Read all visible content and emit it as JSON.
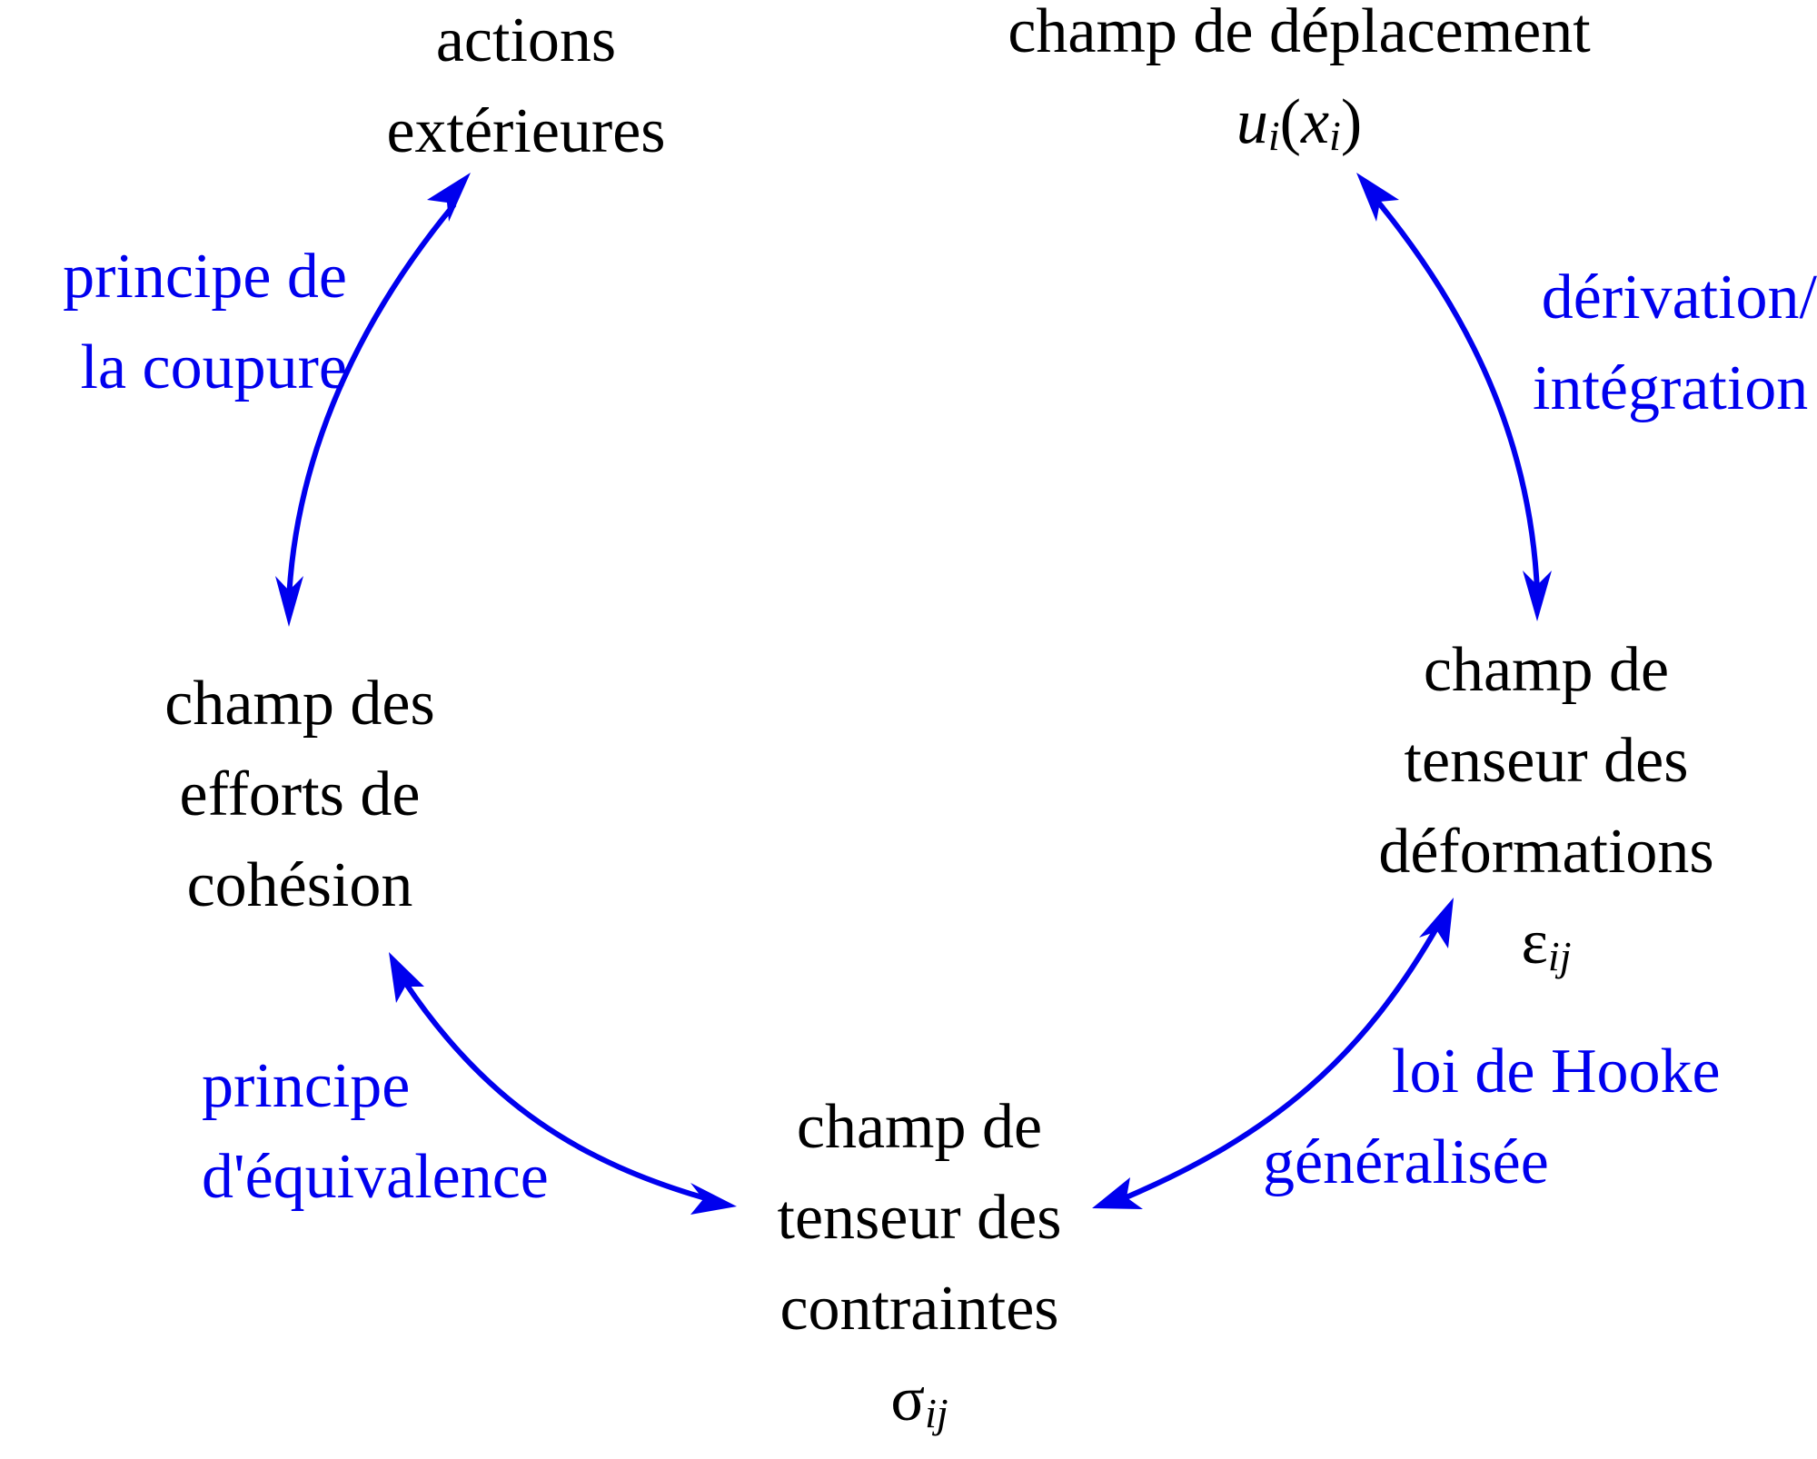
{
  "colors": {
    "node_text": "#000000",
    "relation_text": "#0000ee",
    "arrow": "#0000ee"
  },
  "nodes": {
    "actions": {
      "lines": [
        "actions",
        "extérieures"
      ]
    },
    "displacement": {
      "lines": [
        "champ de déplacement"
      ],
      "symbol": {
        "main": "u",
        "sub": "i",
        "open": "(",
        "arg": "x",
        "arg_sub": "i",
        "close": ")"
      }
    },
    "cohesion": {
      "lines": [
        "champ des",
        "efforts de",
        "cohésion"
      ]
    },
    "strain": {
      "lines": [
        "champ de",
        "tenseur des",
        "déformations"
      ],
      "symbol": {
        "main": "ε",
        "sub": "ij"
      }
    },
    "stress": {
      "lines": [
        "champ de",
        "tenseur des",
        "contraintes"
      ],
      "symbol": {
        "main": "σ",
        "sub": "ij"
      }
    }
  },
  "relations": {
    "cut_principle": {
      "lines": [
        "principe de",
        "la coupure"
      ]
    },
    "derivation": {
      "lines": [
        "dérivation/",
        "intégration"
      ]
    },
    "equivalence": {
      "lines": [
        "principe",
        "d'équivalence"
      ]
    },
    "hooke": {
      "lines": [
        "loi de Hooke",
        "généralisée"
      ]
    }
  },
  "arrows": [
    "bidirectional",
    "bidirectional",
    "bidirectional",
    "bidirectional"
  ]
}
